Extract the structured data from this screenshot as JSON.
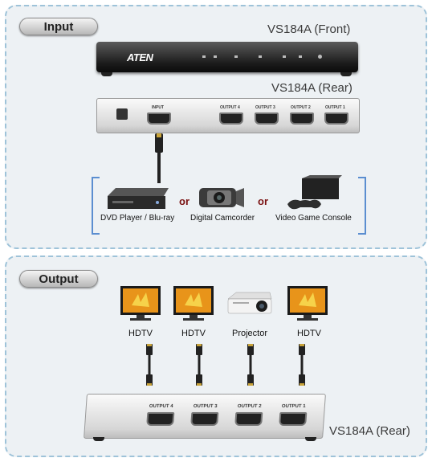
{
  "input_section": {
    "badge": "Input",
    "front_title": "VS184A (Front)",
    "rear_title": "VS184A (Rear)",
    "brand": "ATEN",
    "input_port_label": "INPUT",
    "output_labels": [
      "OUTPUT 4",
      "OUTPUT 3",
      "OUTPUT 2",
      "OUTPUT 1"
    ],
    "connector": "or",
    "sources": [
      "DVD Player / Blu-ray",
      "Digital Camcorder",
      "Video Game Console"
    ]
  },
  "output_section": {
    "badge": "Output",
    "displays": [
      "HDTV",
      "HDTV",
      "Projector",
      "HDTV"
    ],
    "output_labels": [
      "OUTPUT 4",
      "OUTPUT 3",
      "OUTPUT 2",
      "OUTPUT 1"
    ],
    "rear_title": "VS184A (Rear)"
  },
  "colors": {
    "panel_border": "#9ec3d9",
    "panel_bg": "#edf1f4",
    "bracket": "#5b8ed0",
    "or_text": "#7a1111"
  }
}
